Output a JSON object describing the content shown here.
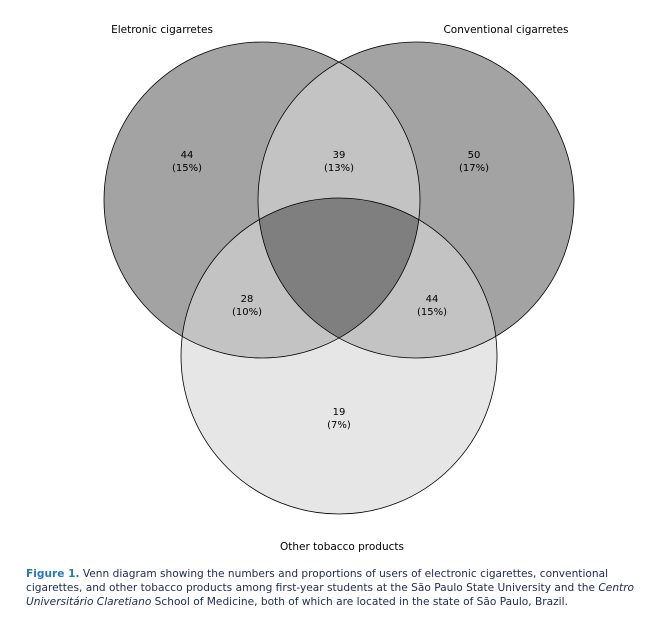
{
  "sets": {
    "electronic": {
      "label": "Eletronic cigarretes"
    },
    "conventional": {
      "label": "Conventional cigarretes"
    },
    "other": {
      "label": "Other tobacco products"
    }
  },
  "regions": {
    "electronic_only": {
      "count": "44",
      "pct": "(15%)"
    },
    "electronic_conventional": {
      "count": "39",
      "pct": "(13%)"
    },
    "conventional_only": {
      "count": "50",
      "pct": "(17%)"
    },
    "electronic_other": {
      "count": "28",
      "pct": "(10%)"
    },
    "conventional_other": {
      "count": "44",
      "pct": "(15%)"
    },
    "other_only": {
      "count": "19",
      "pct": "(7%)"
    }
  },
  "colors": {
    "single_set": "#a3a3a3",
    "other_only": "#e6e6e6",
    "two_set": "#c3c3c3",
    "three_set": "#7f7f7f",
    "stroke": "#000000"
  },
  "caption": {
    "label": "Figure 1.",
    "text_a": " Venn diagram showing the numbers and proportions of users of electronic cigarettes, conventional cigarettes, and other tobacco products among first-year students at the São Paulo State University and the ",
    "italic_a": "Centro Universitário Claretiano",
    "text_b": " School of Medicine, both of which are located in the state of São Paulo, Brazil."
  }
}
